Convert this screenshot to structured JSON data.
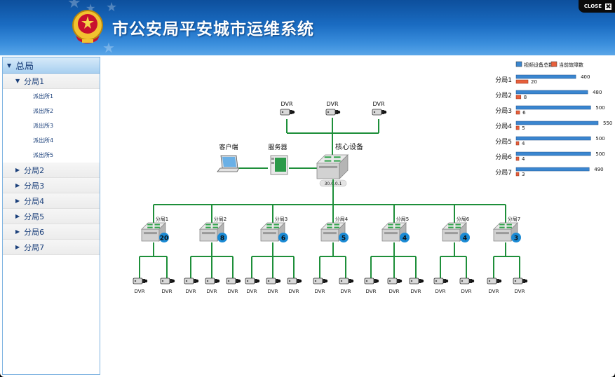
{
  "header": {
    "title": "市公安局平安城市运维系统",
    "close_label": "CLOSE"
  },
  "sidebar": {
    "root": "总局",
    "branches": [
      {
        "label": "分局1",
        "expanded": true,
        "children": [
          "派出所1",
          "派出所2",
          "派出所3",
          "派出所4",
          "派出所5"
        ]
      },
      {
        "label": "分局2",
        "expanded": false,
        "children": []
      },
      {
        "label": "分局3",
        "expanded": false,
        "children": []
      },
      {
        "label": "分局4",
        "expanded": false,
        "children": []
      },
      {
        "label": "分局5",
        "expanded": false,
        "children": []
      },
      {
        "label": "分局6",
        "expanded": false,
        "children": []
      },
      {
        "label": "分局7",
        "expanded": false,
        "children": []
      }
    ]
  },
  "topology": {
    "core_label": "核心设备",
    "core_ip": "30.0.0.1",
    "client_label": "客户端",
    "server_label": "服务器",
    "top_dvr_label": "DVR",
    "top_dvr_count": 3,
    "branches": [
      {
        "label": "分局1",
        "badge": "20",
        "dvr_count": 2
      },
      {
        "label": "分局2",
        "badge": "8",
        "dvr_count": 3
      },
      {
        "label": "分局3",
        "badge": "6",
        "dvr_count": 3
      },
      {
        "label": "分局4",
        "badge": "5",
        "dvr_count": 2
      },
      {
        "label": "分局5",
        "badge": "4",
        "dvr_count": 3
      },
      {
        "label": "分局6",
        "badge": "4",
        "dvr_count": 2
      },
      {
        "label": "分局7",
        "badge": "3",
        "dvr_count": 2
      }
    ],
    "dvr_label": "DVR"
  },
  "chart_data": {
    "type": "bar",
    "orientation": "horizontal",
    "categories": [
      "分局1",
      "分局2",
      "分局3",
      "分局4",
      "分局5",
      "分局6",
      "分局7"
    ],
    "series": [
      {
        "name": "视频设备总数",
        "values": [
          400,
          480,
          500,
          550,
          500,
          500,
          490
        ],
        "color": "#3a86d0"
      },
      {
        "name": "当前故障数",
        "values": [
          20,
          8,
          6,
          5,
          4,
          4,
          3
        ],
        "color": "#e8603c"
      }
    ],
    "legend_position": "top-right"
  },
  "colors": {
    "link": "#1e8f3a",
    "badge": "#1a8ad4",
    "sidebar_border": "#7eb3e1"
  }
}
